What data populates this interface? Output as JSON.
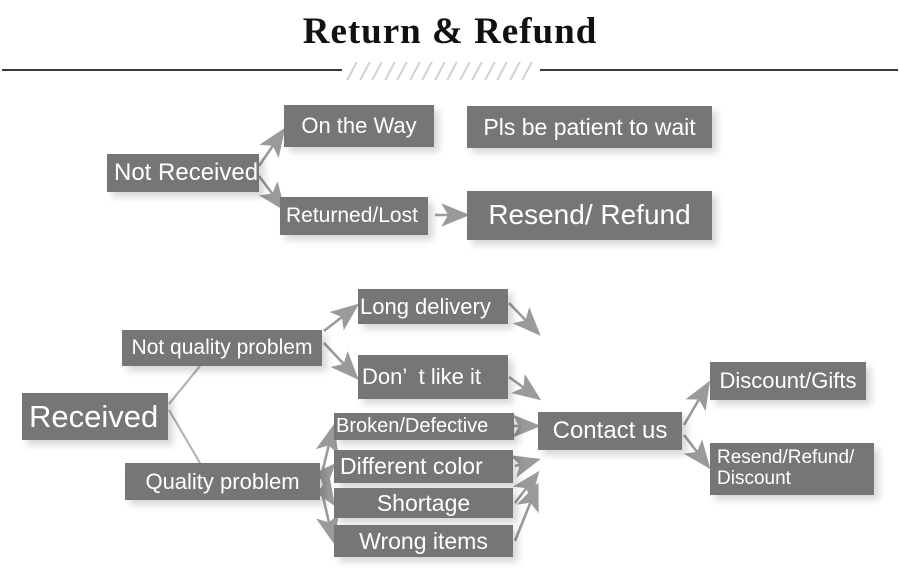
{
  "header": {
    "title": "Return & Refund",
    "divider": {
      "hatch_count": 15,
      "line_color": "#3a3a3a",
      "hatch_color": "#d2d2d2"
    }
  },
  "theme": {
    "node_fill": "#767676",
    "node_text": "#ffffff",
    "arrow_color": "#9a9a9a",
    "connector_color": "#b3b3b3",
    "page_background": "#ffffff"
  },
  "diagram": {
    "type": "flowchart",
    "branches": [
      {
        "id": "not-received",
        "root": "Not Received",
        "paths": [
          {
            "status": "On the Way",
            "outcome": "Pls be patient to wait"
          },
          {
            "status": "Returned/Lost",
            "outcome": "Resend/ Refund"
          }
        ]
      },
      {
        "id": "received",
        "root": "Received",
        "categories": [
          {
            "label": "Not quality problem",
            "reasons": [
              "Long delivery",
              "Don’  t like it"
            ]
          },
          {
            "label": "Quality problem",
            "reasons": [
              "Broken/Defective",
              "Different color",
              "Shortage",
              "Wrong items"
            ]
          }
        ],
        "action": "Contact us",
        "resolutions": [
          "Discount/Gifts",
          "Resend/Refund/\nDiscount"
        ]
      }
    ],
    "nodes": {
      "not_received": "Not Received",
      "on_the_way": "On the Way",
      "pls_be_patient": "Pls be patient to wait",
      "returned_lost": "Returned/Lost",
      "resend_refund": "Resend/ Refund",
      "received": "Received",
      "not_quality_problem": "Not quality problem",
      "quality_problem": "Quality problem",
      "long_delivery": "Long delivery",
      "dont_like_it": "Don’  t like it",
      "broken_defective": "Broken/Defective",
      "different_color": "Different color",
      "shortage": "Shortage",
      "wrong_items": "Wrong items",
      "contact_us": "Contact us",
      "discount_gifts": "Discount/Gifts",
      "resend_refund_discount": "Resend/Refund/\nDiscount"
    }
  }
}
